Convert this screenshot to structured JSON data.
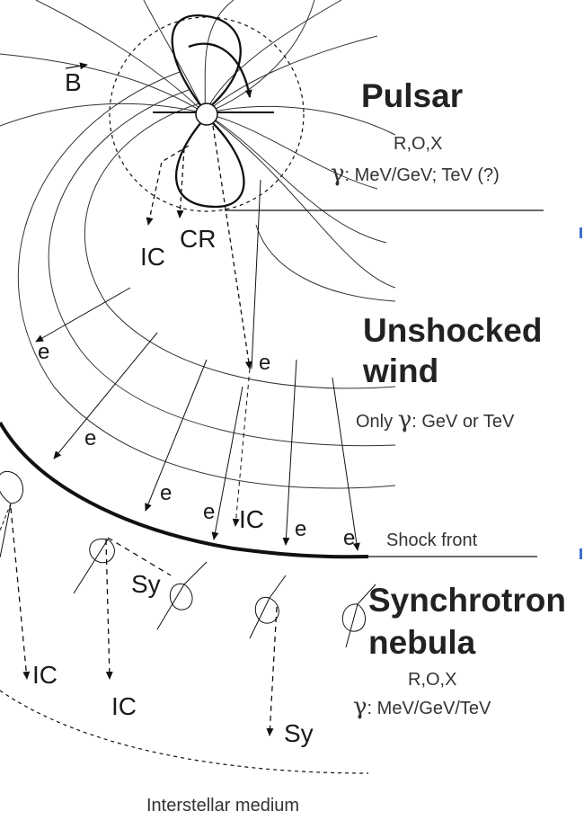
{
  "labels": {
    "field_symbol": "B",
    "pulsar_title": "Pulsar",
    "pulsar_bands": "R,O,X",
    "pulsar_gamma_symbol": "γ",
    "pulsar_gamma_text": ": MeV/GeV; TeV (?)",
    "unshocked_title_line1": "Unshocked",
    "unshocked_title_line2": "wind",
    "unshocked_only": "Only ",
    "unshocked_gamma_symbol": "γ",
    "unshocked_gamma_text": ": GeV or TeV",
    "shock_front": "Shock front",
    "synchrotron_title_line1": "Synchrotron",
    "synchrotron_title_line2": "nebula",
    "synchrotron_bands": "R,O,X",
    "synchrotron_gamma_symbol": "γ",
    "synchrotron_gamma_text": ": MeV/GeV/TeV",
    "interstellar": "Interstellar medium",
    "process_ic": "IC",
    "process_cr": "CR",
    "process_sy": "Sy",
    "particle_e": "e"
  },
  "colors": {
    "line": "#111111",
    "accent_tick": "#3b6fd1"
  }
}
